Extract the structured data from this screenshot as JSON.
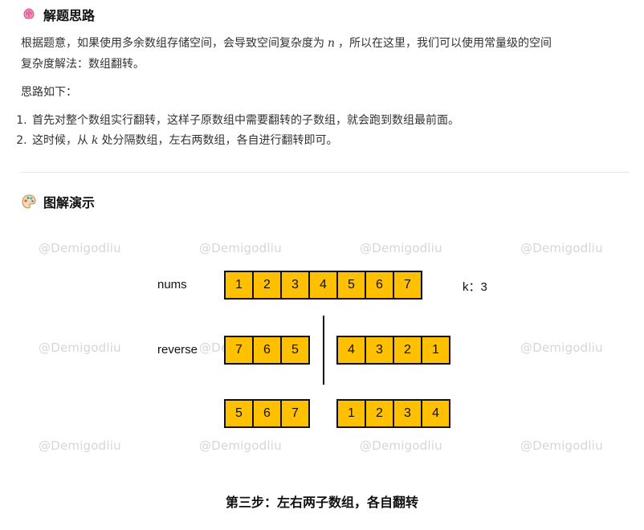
{
  "section1": {
    "icon": "brain-icon",
    "title": "解题思路",
    "para1_a": "根据题意，如果使用多余数组存储空间，会导致空间复杂度为",
    "para1_math": "n",
    "para1_b": "，所以在这里，我们可以使用常量级的空间",
    "para1_c": "复杂度解法：数组翻转。",
    "para2": "思路如下：",
    "step1": "首先对整个数组实行翻转，这样子原数组中需要翻转的子数组，就会跑到数组最前面。",
    "step2_a": "这时候，从",
    "step2_math": "k",
    "step2_b": "处分隔数组，左右两数组，各自进行翻转即可。"
  },
  "section2": {
    "icon": "palette-icon",
    "title": "图解演示"
  },
  "diagram": {
    "watermark": "@Demigodliu",
    "nums_label": "nums",
    "nums": [
      "1",
      "2",
      "3",
      "4",
      "5",
      "6",
      "7"
    ],
    "k_label": "k：3",
    "reverse_label": "reverse",
    "reverse_left": [
      "7",
      "6",
      "5"
    ],
    "reverse_right": [
      "4",
      "3",
      "2",
      "1"
    ],
    "final_left": [
      "5",
      "6",
      "7"
    ],
    "final_right": [
      "1",
      "2",
      "3",
      "4"
    ],
    "caption": "第三步：左右两子数组，各自翻转"
  },
  "colors": {
    "cell_fill": "#ffc000",
    "cell_border": "#111111",
    "watermark": "#d6d6d6"
  }
}
